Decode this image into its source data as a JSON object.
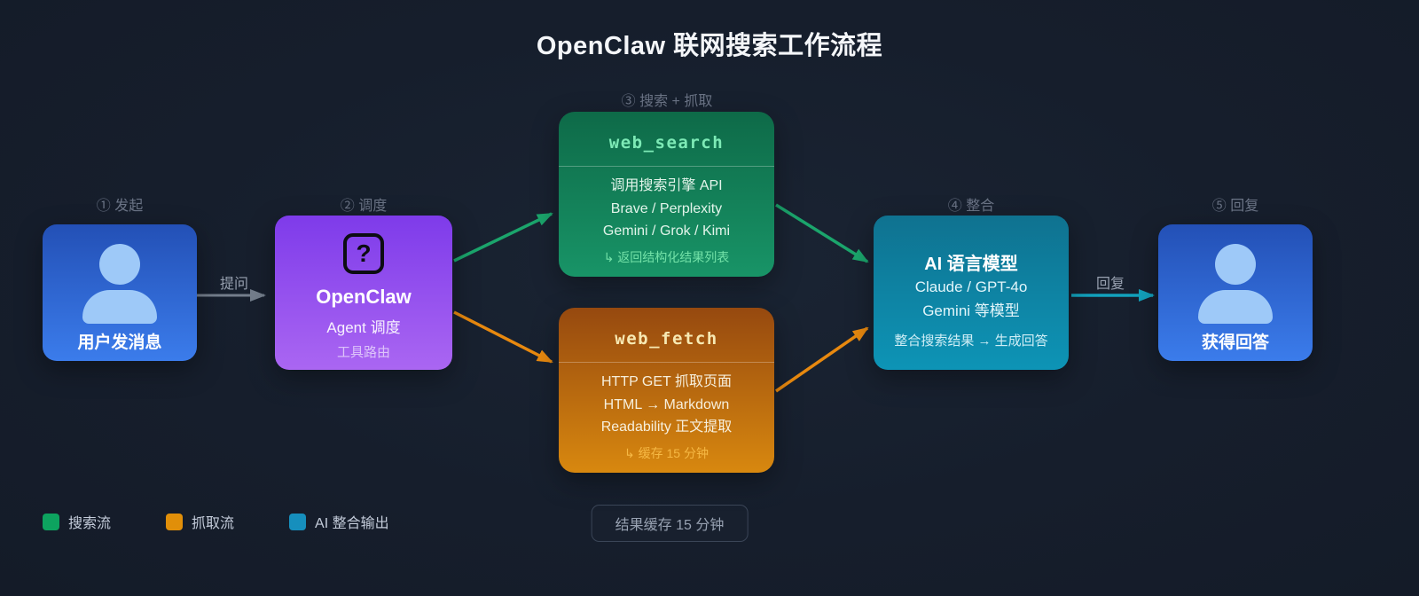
{
  "title": "OpenClaw 联网搜索工作流程",
  "colors": {
    "background": "#161e2c",
    "user_box_gradient": [
      "#2350b6",
      "#3b7ceb"
    ],
    "openclaw_box_gradient": [
      "#7e3bea",
      "#aa66f2"
    ],
    "search_box_gradient": [
      "#0e6a48",
      "#189467"
    ],
    "fetch_box_gradient": [
      "#96490f",
      "#d8880f"
    ],
    "ai_box_gradient": [
      "#0f7290",
      "#0d94b6"
    ],
    "person_icon": "#9ec9f8",
    "arrow_gray": "#747e8c",
    "arrow_search": "#1ba56c",
    "arrow_fetch": "#e8890f",
    "arrow_ai": "#12a2bd"
  },
  "nodes": {
    "user_message": {
      "step_label": "① 发起",
      "title": "用户发消息"
    },
    "openclaw": {
      "step_label": "② 调度",
      "icon_glyph": "?",
      "title": "OpenClaw",
      "subtitle": "Agent 调度",
      "subtitle2": "工具路由"
    },
    "web_search": {
      "step_label": "③ 搜索 + 抓取",
      "title": "web_search",
      "lines": [
        "调用搜索引擎 API",
        "Brave / Perplexity",
        "Gemini / Grok / Kimi"
      ],
      "note": "↳ 返回结构化结果列表"
    },
    "web_fetch": {
      "title": "web_fetch",
      "lines": [
        "HTTP GET 抓取页面",
        "HTML → Markdown",
        "Readability 正文提取"
      ],
      "note": "↳ 缓存 15 分钟"
    },
    "ai_model": {
      "step_label": "④ 整合",
      "title": "AI 语言模型",
      "lines": [
        "Claude / GPT-4o",
        "Gemini 等模型"
      ],
      "note": "整合搜索结果 → 生成回答"
    },
    "answer": {
      "step_label": "⑤ 回复",
      "title": "获得回答"
    }
  },
  "edges": {
    "ask_label": "提问",
    "reply_label": "回复"
  },
  "legend": [
    {
      "label": "搜索流",
      "color": "#0da35f"
    },
    {
      "label": "抓取流",
      "color": "#e18f09"
    },
    {
      "label": "AI 整合输出",
      "color": "#168fbd"
    }
  ],
  "footer_badge": "结果缓存 15 分钟"
}
